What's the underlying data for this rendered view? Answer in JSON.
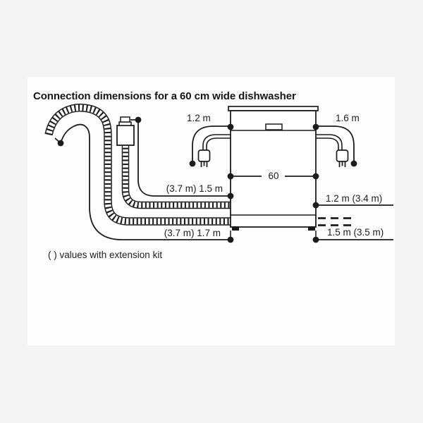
{
  "panel": {
    "title": "Connection dimensions for a 60 cm wide dishwasher",
    "footnote": "( ) values with extension kit"
  },
  "labels": {
    "cord_left": "1.2 m",
    "cord_right": "1.6 m",
    "width_cm": "60",
    "supply_hose": "(3.7 m) 1.5 m",
    "drain_hose": "(3.7 m) 1.7 m",
    "right_top": "1.2 m (3.4 m)",
    "right_bottom": "1.5 m (3.5 m)"
  },
  "colors": {
    "line": "#1c1c1c",
    "panel_background": "#fdfdfe",
    "page_background": "#f4f4f5"
  }
}
